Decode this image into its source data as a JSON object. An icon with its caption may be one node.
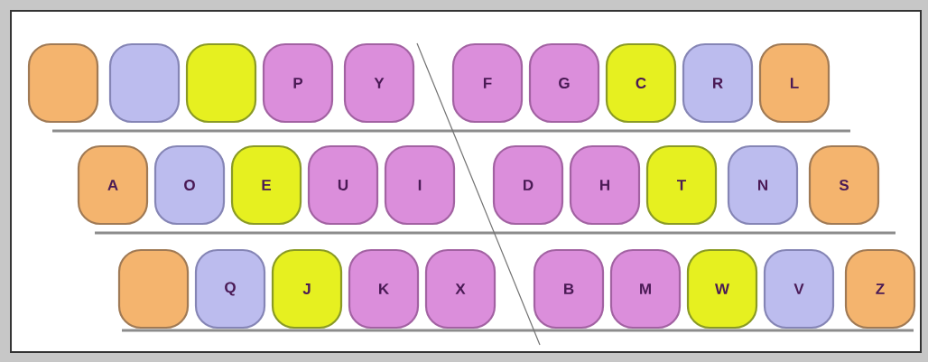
{
  "diagram": {
    "nodes": [
      {
        "text": [],
        "shape": "box"
      },
      {
        "text": [],
        "shape": "box"
      },
      {
        "text": [],
        "shape": "box"
      },
      {
        "text": [
          "P"
        ]
      },
      {
        "text": [
          "Y"
        ]
      },
      {
        "text": [
          "F"
        ]
      },
      {
        "text": [
          "G"
        ]
      },
      {
        "text": [
          "C"
        ]
      },
      {
        "text": [
          "R"
        ]
      },
      {
        "text": [
          "L"
        ]
      },
      {
        "text": [
          "A"
        ]
      },
      {
        "text": [
          "O"
        ]
      },
      {
        "text": [
          "E"
        ]
      },
      {
        "text": [
          "U"
        ]
      },
      {
        "text": [
          "I"
        ]
      },
      {
        "text": [
          "D"
        ]
      },
      {
        "text": [
          "H"
        ]
      },
      {
        "text": [
          "T"
        ]
      },
      {
        "text": [
          "N"
        ]
      },
      {
        "text": [
          "S"
        ]
      },
      {
        "text": [],
        "shape": "box"
      },
      {
        "text": [
          "Q"
        ]
      },
      {
        "text": [
          "J"
        ]
      },
      {
        "text": [
          "K"
        ]
      },
      {
        "text": [
          "X"
        ]
      },
      {
        "text": [
          "B"
        ]
      },
      {
        "text": [
          "M"
        ]
      },
      {
        "text": [
          "W"
        ]
      },
      {
        "text": [
          "V"
        ]
      },
      {
        "text": [
          "Z"
        ]
      }
    ]
  }
}
